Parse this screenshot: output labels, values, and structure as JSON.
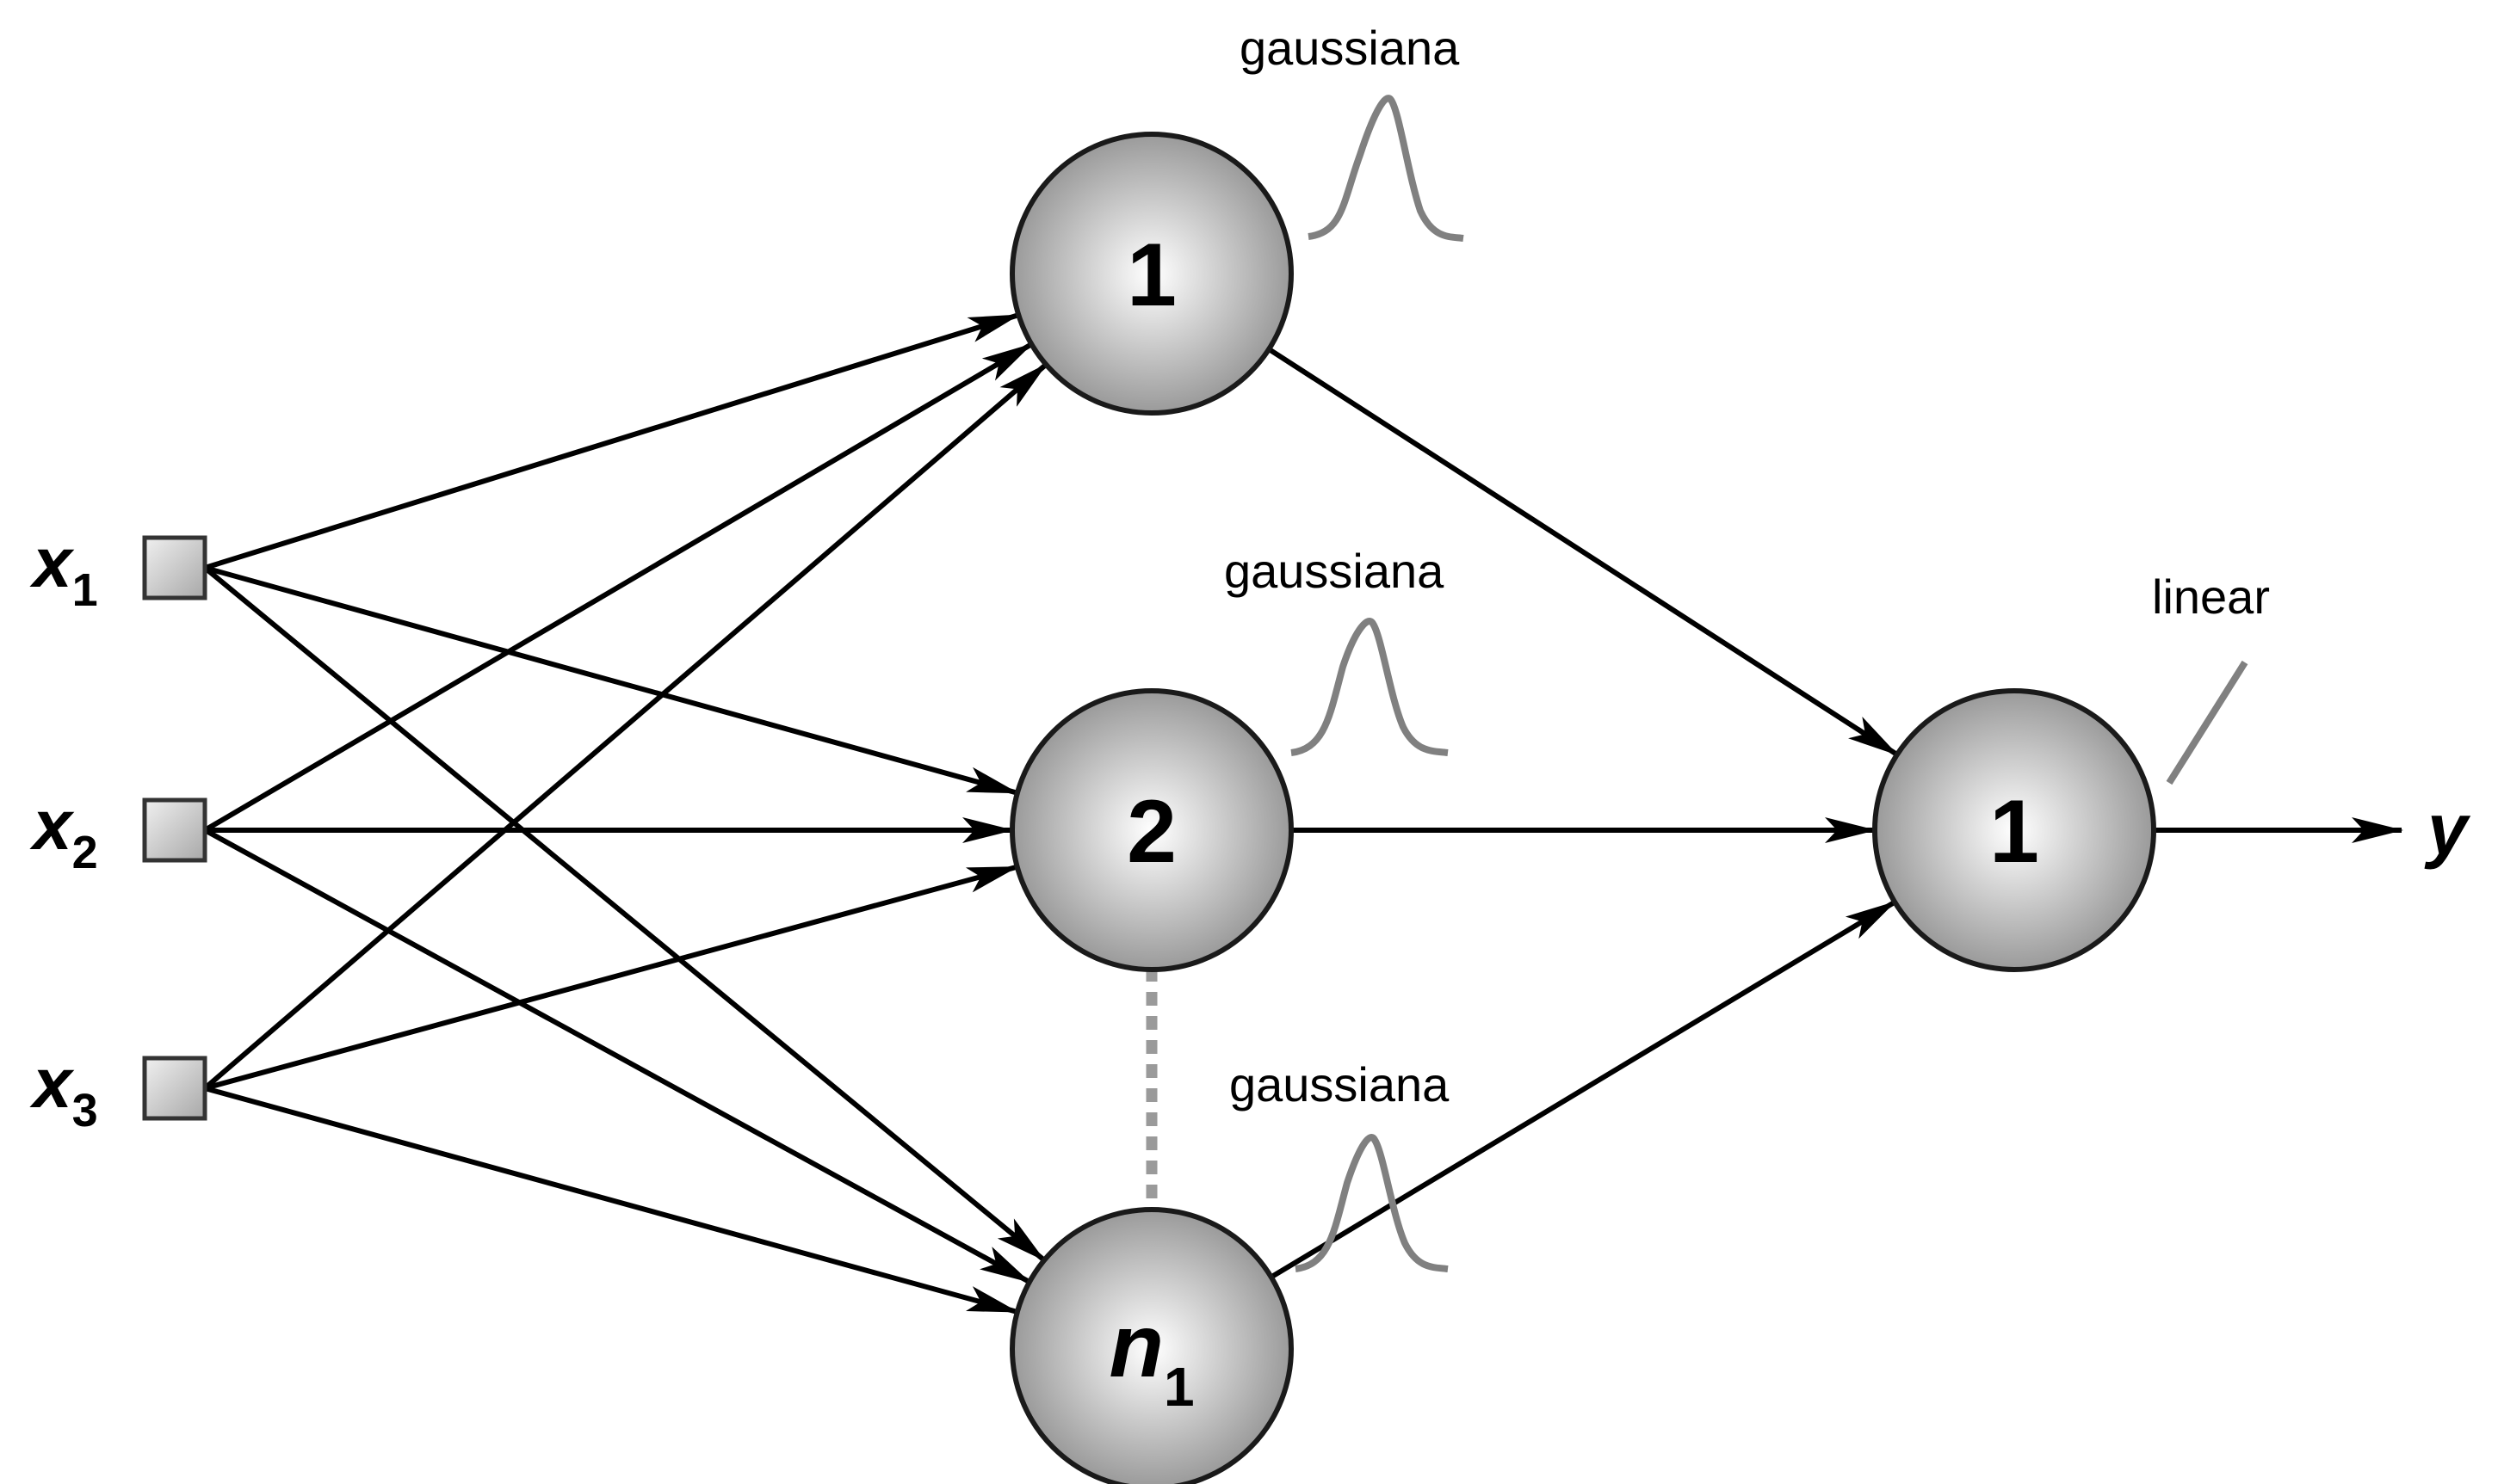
{
  "colors": {
    "edge": "#000000",
    "curve": "#808080",
    "node_stroke": "#1a1a1a",
    "node_light": "#ffffff",
    "node_dark": "#9a9a9a",
    "input_fill": "#c8c8c8",
    "dotted": "#9a9a9a"
  },
  "inputs": [
    {
      "symbol": "x",
      "index": "1"
    },
    {
      "symbol": "x",
      "index": "2"
    },
    {
      "symbol": "x",
      "index": "3"
    }
  ],
  "hidden": [
    {
      "label": "1",
      "activation": "gaussiana"
    },
    {
      "label": "2",
      "activation": "gaussiana"
    },
    {
      "label": "n",
      "index": "1",
      "activation": "gaussiana"
    }
  ],
  "output": {
    "label": "1",
    "activation": "linear",
    "variable": "y"
  }
}
